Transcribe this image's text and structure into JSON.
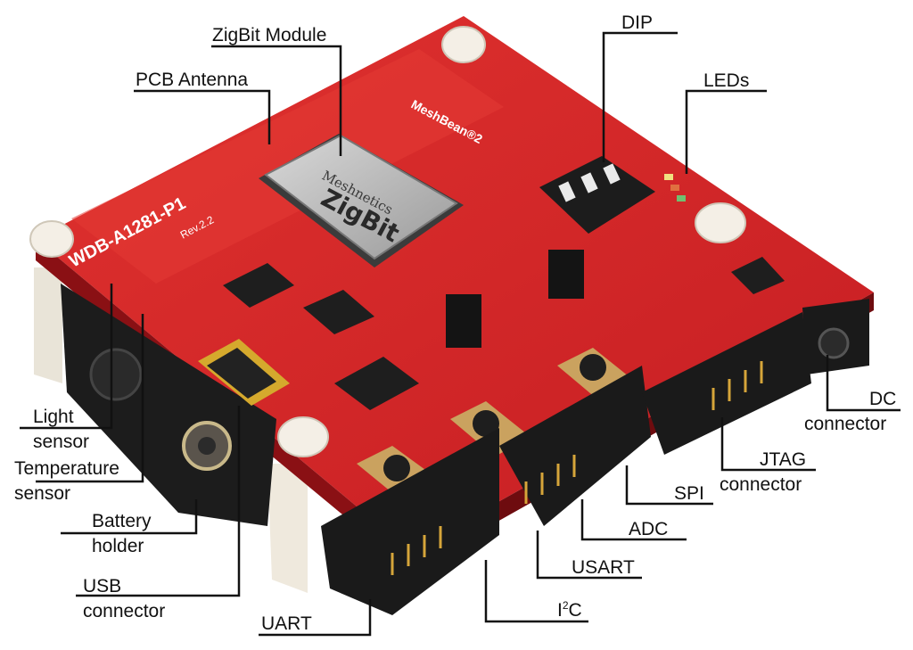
{
  "colors": {
    "pcb": "#d7262b",
    "pcb_dark": "#a51418",
    "leader": "#111111",
    "module": "#b8b8b8",
    "connector": "#1a1a1a",
    "pin_gold": "#d6a53a"
  },
  "board": {
    "title": "WDB-A1281-P1",
    "revision": "Rev.2.2",
    "brand": "MeshBean®2",
    "module_brand": "Meshnetics",
    "module_name": "ZigBit"
  },
  "callouts": {
    "zigbit_module": "ZigBit Module",
    "pcb_antenna": "PCB Antenna",
    "dip": "DIP",
    "leds": "LEDs",
    "light_sensor_1": "Light",
    "light_sensor_2": "sensor",
    "temp_sensor_1": "Temperature",
    "temp_sensor_2": "sensor",
    "battery_1": "Battery",
    "battery_2": "holder",
    "usb_1": "USB",
    "usb_2": "connector",
    "uart": "UART",
    "i2c_main": "I",
    "i2c_sup": "2",
    "i2c_tail": "C",
    "usart": "USART",
    "adc": "ADC",
    "spi": "SPI",
    "jtag_1": "JTAG",
    "jtag_2": "connector",
    "dc_1": "DC",
    "dc_2": "connector"
  }
}
